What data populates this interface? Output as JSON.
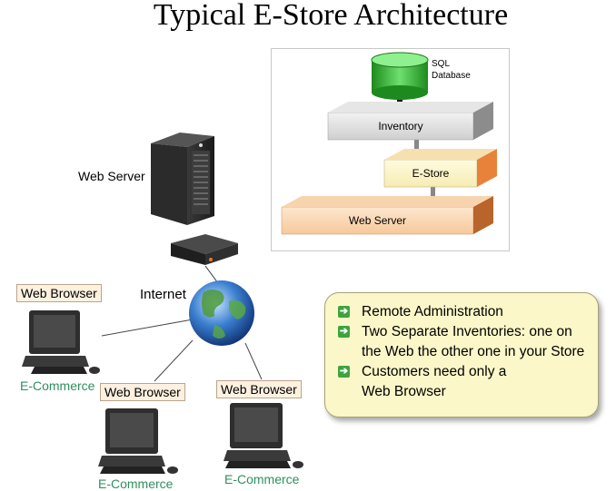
{
  "title": "Typical E-Store Architecture",
  "architecture": {
    "sql_database": [
      "SQL",
      "Database"
    ],
    "inventory": "Inventory",
    "estore": "E-Store",
    "web_server": "Web Server"
  },
  "network": {
    "web_server_label": "Web Server",
    "internet_label": "Internet",
    "clients": [
      {
        "tag": "Web Browser",
        "caption": "E-Commerce"
      },
      {
        "tag": "Web Browser",
        "caption": "E-Commerce"
      },
      {
        "tag": "Web Browser",
        "caption": "E-Commerce"
      }
    ]
  },
  "bullets": [
    [
      "Remote Administration"
    ],
    [
      "Two Separate Inventories: one on",
      "the Web the other one in your Store"
    ],
    [
      "Customers need only a",
      "Web Browser"
    ]
  ],
  "colors": {
    "bullet": "#3ea33e",
    "caption": "#2f8f5f",
    "info_bg": "#fbf7c8",
    "tag_bg": "#fff1e0"
  }
}
